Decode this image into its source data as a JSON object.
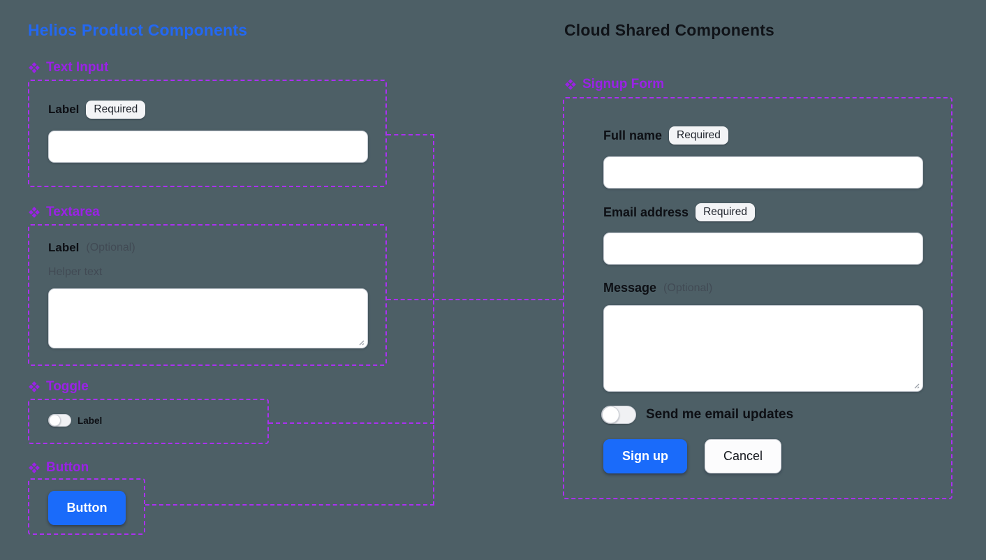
{
  "page": {
    "background": "#4d5f66"
  },
  "left_panel": {
    "title": "Helios Product Components",
    "text_input": {
      "heading": "Text Input",
      "label": "Label",
      "badge": "Required",
      "value": ""
    },
    "textarea": {
      "heading": "Textarea",
      "label": "Label",
      "optional": "(Optional)",
      "helper": "Helper text",
      "value": ""
    },
    "toggle": {
      "heading": "Toggle",
      "label": "Label",
      "state": "off"
    },
    "button": {
      "heading": "Button",
      "button_label": "Button"
    }
  },
  "right_panel": {
    "title": "Cloud Shared Components",
    "signup_form": {
      "heading": "Signup Form",
      "full_name": {
        "label": "Full name",
        "badge": "Required",
        "value": ""
      },
      "email": {
        "label": "Email address",
        "badge": "Required",
        "value": ""
      },
      "message": {
        "label": "Message",
        "optional": "(Optional)",
        "value": ""
      },
      "updates_toggle": {
        "label": "Send me email updates",
        "state": "off"
      },
      "submit_label": "Sign up",
      "cancel_label": "Cancel"
    }
  },
  "colors": {
    "background": "#4d5f66",
    "left_title_blue": "#2368f2",
    "right_title_black": "#101318",
    "component_purple": "#9a22e6",
    "connector_purple": "#ab30f2",
    "primary_button_blue": "#1a6bfa",
    "label_black": "#0d0f14",
    "muted_gray": "#414a54"
  }
}
